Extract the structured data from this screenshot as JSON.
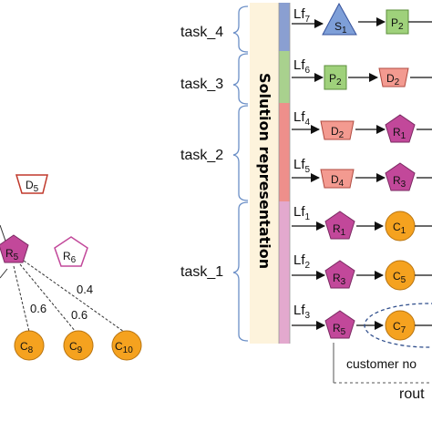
{
  "tasks": [
    {
      "label": "task_4"
    },
    {
      "label": "task_3"
    },
    {
      "label": "task_2"
    },
    {
      "label": "task_1"
    }
  ],
  "solution_label": "Solution representation",
  "rows": [
    {
      "lf": "Lf",
      "lf_sub": "7",
      "nodes": [
        {
          "letter": "S",
          "sub": "1"
        },
        {
          "letter": "P",
          "sub": "2"
        }
      ]
    },
    {
      "lf": "Lf",
      "lf_sub": "6",
      "nodes": [
        {
          "letter": "P",
          "sub": "2"
        },
        {
          "letter": "D",
          "sub": "2"
        }
      ]
    },
    {
      "lf": "Lf",
      "lf_sub": "4",
      "nodes": [
        {
          "letter": "D",
          "sub": "2"
        },
        {
          "letter": "R",
          "sub": "1"
        }
      ]
    },
    {
      "lf": "Lf",
      "lf_sub": "5",
      "nodes": [
        {
          "letter": "D",
          "sub": "4"
        },
        {
          "letter": "R",
          "sub": "3"
        }
      ]
    },
    {
      "lf": "Lf",
      "lf_sub": "1",
      "nodes": [
        {
          "letter": "R",
          "sub": "1"
        },
        {
          "letter": "C",
          "sub": "1"
        }
      ]
    },
    {
      "lf": "Lf",
      "lf_sub": "2",
      "nodes": [
        {
          "letter": "R",
          "sub": "3"
        },
        {
          "letter": "C",
          "sub": "5"
        }
      ]
    },
    {
      "lf": "Lf",
      "lf_sub": "3",
      "nodes": [
        {
          "letter": "R",
          "sub": "5"
        },
        {
          "letter": "C",
          "sub": "7"
        }
      ]
    }
  ],
  "left_graph": {
    "d5": {
      "letter": "D",
      "sub": "5"
    },
    "r5": {
      "letter": "R",
      "sub": "5"
    },
    "r6": {
      "letter": "R",
      "sub": "6"
    },
    "c8": {
      "letter": "C",
      "sub": "8"
    },
    "c9": {
      "letter": "C",
      "sub": "9"
    },
    "c10": {
      "letter": "C",
      "sub": "10"
    },
    "edge_labels": [
      "0.6",
      "0.6",
      "0.4"
    ]
  },
  "bottom": {
    "customer_text": "customer no",
    "route_text": "rout"
  },
  "colors": {
    "task4": "#8a9fd1",
    "task3": "#a9d18e",
    "task2": "#ee8f8b",
    "task1": "#e3a9ce",
    "solution_box": "#fdf3dc",
    "triangle": "#7e9fd8",
    "square": "#9fd17b",
    "trapezoid": "#f39a90",
    "pentagon": "#c2489a",
    "circle": "#f5a21f"
  }
}
